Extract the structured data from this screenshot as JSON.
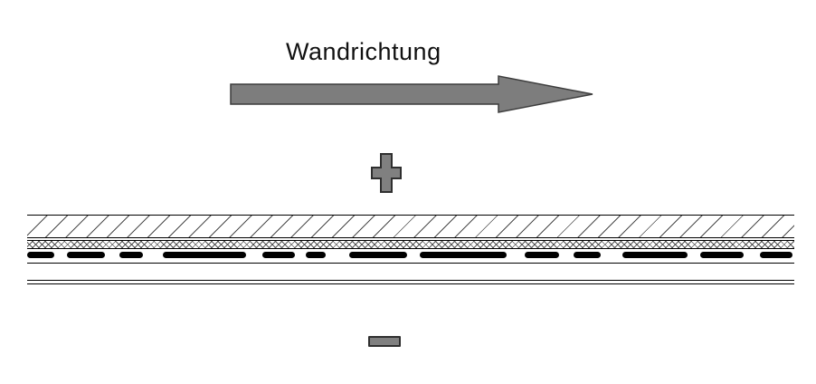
{
  "title": {
    "label": "Wandrichtung"
  },
  "symbols": {
    "plus_label": "+",
    "minus_label": "−"
  },
  "colors": {
    "background": "#ffffff",
    "title_text": "#111111",
    "arrow_fill": "#7d7d7d",
    "arrow_stroke": "#3d3d3d",
    "symbol_fill": "#808080",
    "symbol_stroke": "#2f2f2f",
    "layer_line": "#000000",
    "hatch_line": "#4a4a4a",
    "band_dash": "#000000"
  },
  "cross_section": {
    "layer_names": [
      "hatched-layer",
      "separator-gap",
      "crosshatch-layer",
      "sample-band-row",
      "base-line",
      "bottom-double-line"
    ]
  },
  "band_dashes": [
    {
      "width": 30,
      "gap": 14
    },
    {
      "width": 42,
      "gap": 16
    },
    {
      "width": 26,
      "gap": 22
    },
    {
      "width": 92,
      "gap": 18
    },
    {
      "width": 36,
      "gap": 12
    },
    {
      "width": 22,
      "gap": 26
    },
    {
      "width": 64,
      "gap": 14
    },
    {
      "width": 96,
      "gap": 20
    },
    {
      "width": 38,
      "gap": 16
    },
    {
      "width": 30,
      "gap": 24
    },
    {
      "width": 72,
      "gap": 14
    },
    {
      "width": 48,
      "gap": 18
    },
    {
      "width": 36,
      "gap": 0
    }
  ]
}
